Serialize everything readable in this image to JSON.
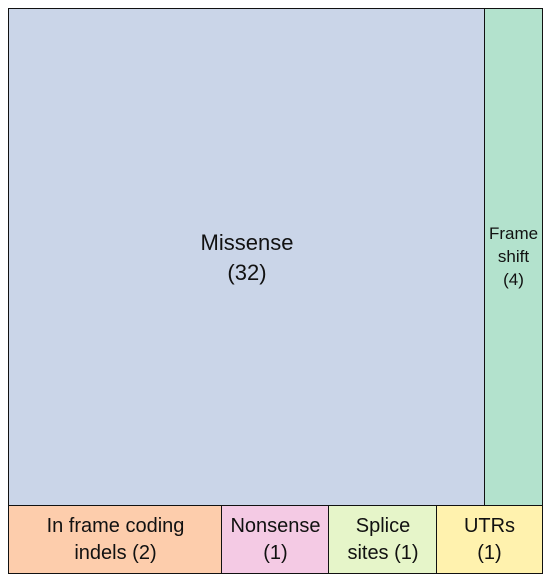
{
  "chart_data": {
    "type": "treemap",
    "title": "",
    "cells": [
      {
        "id": "missense",
        "lines": [
          "Missense",
          "(32)"
        ],
        "value": 32,
        "color": "#cad5e8"
      },
      {
        "id": "frameshift",
        "lines": [
          "Frame",
          "shift",
          "(4)"
        ],
        "value": 4,
        "color": "#b3e2cd"
      },
      {
        "id": "inframe",
        "lines": [
          "In frame coding",
          "indels (2)"
        ],
        "value": 2,
        "color": "#fdcdac"
      },
      {
        "id": "nonsense",
        "lines": [
          "Nonsense",
          "(1)"
        ],
        "value": 1,
        "color": "#f4cae4"
      },
      {
        "id": "splice",
        "lines": [
          "Splice",
          "sites (1)"
        ],
        "value": 1,
        "color": "#e6f5c9"
      },
      {
        "id": "utrs",
        "lines": [
          "UTRs",
          "(1)"
        ],
        "value": 1,
        "color": "#fff2ae"
      }
    ]
  }
}
